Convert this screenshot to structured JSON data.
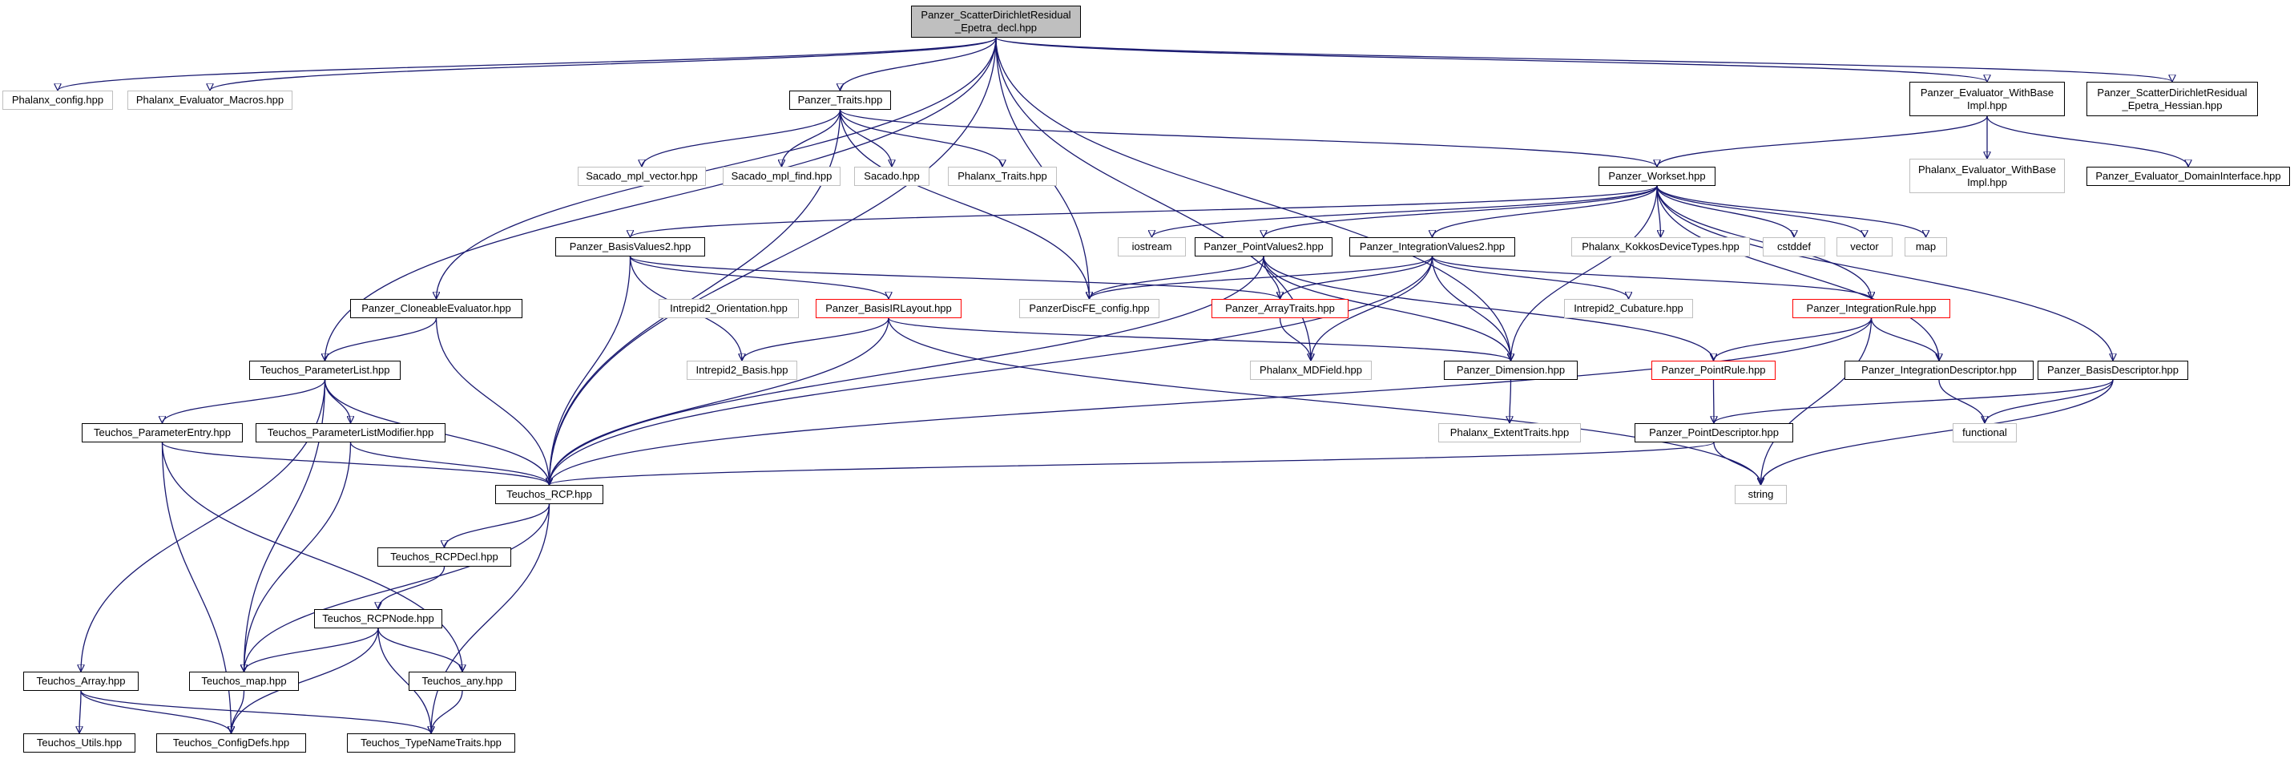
{
  "graph": {
    "colors": {
      "edge": "#191970",
      "std_border": "#000000",
      "ext_border": "#bfbfbf",
      "red_border": "#ff0000",
      "root_fill": "#bfbfbf"
    },
    "nodes": {
      "root": "Panzer_ScatterDirichletResidual\n_Epetra_decl.hpp",
      "phalanx_config": "Phalanx_config.hpp",
      "phalanx_evaluator_macros": "Phalanx_Evaluator_Macros.hpp",
      "panzer_traits": "Panzer_Traits.hpp",
      "panzer_evaluator_withbaseimpl": "Panzer_Evaluator_WithBase\nImpl.hpp",
      "panzer_scatter_hessian": "Panzer_ScatterDirichletResidual\n_Epetra_Hessian.hpp",
      "sacado_mpl_vector": "Sacado_mpl_vector.hpp",
      "sacado_mpl_find": "Sacado_mpl_find.hpp",
      "sacado": "Sacado.hpp",
      "phalanx_traits": "Phalanx_Traits.hpp",
      "panzer_workset": "Panzer_Workset.hpp",
      "phalanx_evaluator_withbaseimpl": "Phalanx_Evaluator_WithBase\nImpl.hpp",
      "panzer_evaluator_domaininterface": "Panzer_Evaluator_DomainInterface.hpp",
      "panzer_basisvalues2": "Panzer_BasisValues2.hpp",
      "iostream": "iostream",
      "panzer_pointvalues2": "Panzer_PointValues2.hpp",
      "panzer_integrationvalues2": "Panzer_IntegrationValues2.hpp",
      "phalanx_kokkosdevicetypes": "Phalanx_KokkosDeviceTypes.hpp",
      "cstddef": "cstddef",
      "vector": "vector",
      "map": "map",
      "panzer_cloneableevaluator": "Panzer_CloneableEvaluator.hpp",
      "intrepid2_orientation": "Intrepid2_Orientation.hpp",
      "panzer_basisirlayout": "Panzer_BasisIRLayout.hpp",
      "panzerdiscfe_config": "PanzerDiscFE_config.hpp",
      "panzer_arraytraits": "Panzer_ArrayTraits.hpp",
      "intrepid2_cubature": "Intrepid2_Cubature.hpp",
      "panzer_integrationrule": "Panzer_IntegrationRule.hpp",
      "teuchos_parameterlist": "Teuchos_ParameterList.hpp",
      "intrepid2_basis": "Intrepid2_Basis.hpp",
      "phalanx_mdfield": "Phalanx_MDField.hpp",
      "panzer_dimension": "Panzer_Dimension.hpp",
      "panzer_pointrule": "Panzer_PointRule.hpp",
      "panzer_integrationdescriptor": "Panzer_IntegrationDescriptor.hpp",
      "panzer_basisdescriptor": "Panzer_BasisDescriptor.hpp",
      "teuchos_parameterentry": "Teuchos_ParameterEntry.hpp",
      "teuchos_parameterlistmodifier": "Teuchos_ParameterListModifier.hpp",
      "phalanx_extenttraits": "Phalanx_ExtentTraits.hpp",
      "panzer_pointdescriptor": "Panzer_PointDescriptor.hpp",
      "functional": "functional",
      "teuchos_rcp": "Teuchos_RCP.hpp",
      "string": "string",
      "teuchos_rcpdecl": "Teuchos_RCPDecl.hpp",
      "teuchos_rcpnode": "Teuchos_RCPNode.hpp",
      "teuchos_array": "Teuchos_Array.hpp",
      "teuchos_map": "Teuchos_map.hpp",
      "teuchos_any": "Teuchos_any.hpp",
      "teuchos_utils": "Teuchos_Utils.hpp",
      "teuchos_configdefs": "Teuchos_ConfigDefs.hpp",
      "teuchos_typenametraits": "Teuchos_TypeNameTraits.hpp"
    },
    "edges": [
      [
        "root",
        "phalanx_config"
      ],
      [
        "root",
        "phalanx_evaluator_macros"
      ],
      [
        "root",
        "panzer_traits"
      ],
      [
        "root",
        "panzer_evaluator_withbaseimpl"
      ],
      [
        "root",
        "panzer_scatter_hessian"
      ],
      [
        "root",
        "teuchos_parameterlist"
      ],
      [
        "root",
        "panzer_cloneableevaluator"
      ],
      [
        "root",
        "teuchos_rcp"
      ],
      [
        "root",
        "panzerdiscfe_config"
      ],
      [
        "root",
        "phalanx_mdfield"
      ],
      [
        "root",
        "panzer_dimension"
      ],
      [
        "panzer_traits",
        "sacado_mpl_vector"
      ],
      [
        "panzer_traits",
        "sacado_mpl_find"
      ],
      [
        "panzer_traits",
        "sacado"
      ],
      [
        "panzer_traits",
        "phalanx_traits"
      ],
      [
        "panzer_traits",
        "panzer_workset"
      ],
      [
        "panzer_traits",
        "teuchos_rcp"
      ],
      [
        "panzer_traits",
        "panzerdiscfe_config"
      ],
      [
        "panzer_evaluator_withbaseimpl",
        "panzer_workset"
      ],
      [
        "panzer_evaluator_withbaseimpl",
        "phalanx_evaluator_withbaseimpl"
      ],
      [
        "panzer_evaluator_withbaseimpl",
        "panzer_evaluator_domaininterface"
      ],
      [
        "panzer_workset",
        "panzer_basisvalues2"
      ],
      [
        "panzer_workset",
        "iostream"
      ],
      [
        "panzer_workset",
        "panzer_pointvalues2"
      ],
      [
        "panzer_workset",
        "panzer_integrationvalues2"
      ],
      [
        "panzer_workset",
        "phalanx_kokkosdevicetypes"
      ],
      [
        "panzer_workset",
        "cstddef"
      ],
      [
        "panzer_workset",
        "vector"
      ],
      [
        "panzer_workset",
        "map"
      ],
      [
        "panzer_workset",
        "panzer_dimension"
      ],
      [
        "panzer_workset",
        "panzer_integrationrule"
      ],
      [
        "panzer_workset",
        "panzer_integrationdescriptor"
      ],
      [
        "panzer_workset",
        "panzer_basisdescriptor"
      ],
      [
        "panzer_basisvalues2",
        "intrepid2_basis"
      ],
      [
        "panzer_basisvalues2",
        "panzer_basisirlayout"
      ],
      [
        "panzer_basisvalues2",
        "panzer_arraytraits"
      ],
      [
        "panzer_basisvalues2",
        "teuchos_rcp"
      ],
      [
        "panzer_pointvalues2",
        "panzerdiscfe_config"
      ],
      [
        "panzer_pointvalues2",
        "panzer_arraytraits"
      ],
      [
        "panzer_pointvalues2",
        "panzer_dimension"
      ],
      [
        "panzer_pointvalues2",
        "panzer_pointrule"
      ],
      [
        "panzer_pointvalues2",
        "teuchos_rcp"
      ],
      [
        "panzer_integrationvalues2",
        "panzerdiscfe_config"
      ],
      [
        "panzer_integrationvalues2",
        "panzer_arraytraits"
      ],
      [
        "panzer_integrationvalues2",
        "intrepid2_cubature"
      ],
      [
        "panzer_integrationvalues2",
        "phalanx_mdfield"
      ],
      [
        "panzer_integrationvalues2",
        "panzer_dimension"
      ],
      [
        "panzer_integrationvalues2",
        "panzer_integrationrule"
      ],
      [
        "panzer_integrationvalues2",
        "teuchos_rcp"
      ],
      [
        "panzer_cloneableevaluator",
        "teuchos_parameterlist"
      ],
      [
        "panzer_cloneableevaluator",
        "teuchos_rcp"
      ],
      [
        "panzer_basisirlayout",
        "intrepid2_basis"
      ],
      [
        "panzer_basisirlayout",
        "panzer_dimension"
      ],
      [
        "panzer_basisirlayout",
        "teuchos_rcp"
      ],
      [
        "panzer_basisirlayout",
        "string"
      ],
      [
        "panzer_arraytraits",
        "phalanx_mdfield"
      ],
      [
        "panzer_integrationrule",
        "panzer_pointrule"
      ],
      [
        "panzer_integrationrule",
        "panzer_integrationdescriptor"
      ],
      [
        "panzer_integrationrule",
        "teuchos_rcp"
      ],
      [
        "panzer_integrationrule",
        "string"
      ],
      [
        "panzer_integrationdescriptor",
        "functional"
      ],
      [
        "panzer_basisdescriptor",
        "panzer_pointdescriptor"
      ],
      [
        "panzer_basisdescriptor",
        "functional"
      ],
      [
        "panzer_basisdescriptor",
        "string"
      ],
      [
        "panzer_pointrule",
        "panzer_pointdescriptor"
      ],
      [
        "panzer_pointdescriptor",
        "teuchos_rcp"
      ],
      [
        "panzer_pointdescriptor",
        "string"
      ],
      [
        "panzer_dimension",
        "phalanx_extenttraits"
      ],
      [
        "teuchos_parameterlist",
        "teuchos_parameterentry"
      ],
      [
        "teuchos_parameterlist",
        "teuchos_parameterlistmodifier"
      ],
      [
        "teuchos_parameterlist",
        "teuchos_rcp"
      ],
      [
        "teuchos_parameterlist",
        "teuchos_array"
      ],
      [
        "teuchos_parameterlist",
        "teuchos_map"
      ],
      [
        "teuchos_parameterentry",
        "teuchos_rcp"
      ],
      [
        "teuchos_parameterentry",
        "teuchos_any"
      ],
      [
        "teuchos_parameterentry",
        "teuchos_configdefs"
      ],
      [
        "teuchos_parameterlistmodifier",
        "teuchos_rcp"
      ],
      [
        "teuchos_parameterlistmodifier",
        "teuchos_map"
      ],
      [
        "teuchos_rcp",
        "teuchos_rcpdecl"
      ],
      [
        "teuchos_rcp",
        "teuchos_map"
      ],
      [
        "teuchos_rcp",
        "teuchos_typenametraits"
      ],
      [
        "teuchos_rcpdecl",
        "teuchos_rcpnode"
      ],
      [
        "teuchos_rcpnode",
        "teuchos_map"
      ],
      [
        "teuchos_rcpnode",
        "teuchos_any"
      ],
      [
        "teuchos_rcpnode",
        "teuchos_configdefs"
      ],
      [
        "teuchos_rcpnode",
        "teuchos_typenametraits"
      ],
      [
        "teuchos_array",
        "teuchos_utils"
      ],
      [
        "teuchos_array",
        "teuchos_configdefs"
      ],
      [
        "teuchos_array",
        "teuchos_typenametraits"
      ],
      [
        "teuchos_map",
        "teuchos_configdefs"
      ],
      [
        "teuchos_any",
        "teuchos_typenametraits"
      ]
    ]
  }
}
